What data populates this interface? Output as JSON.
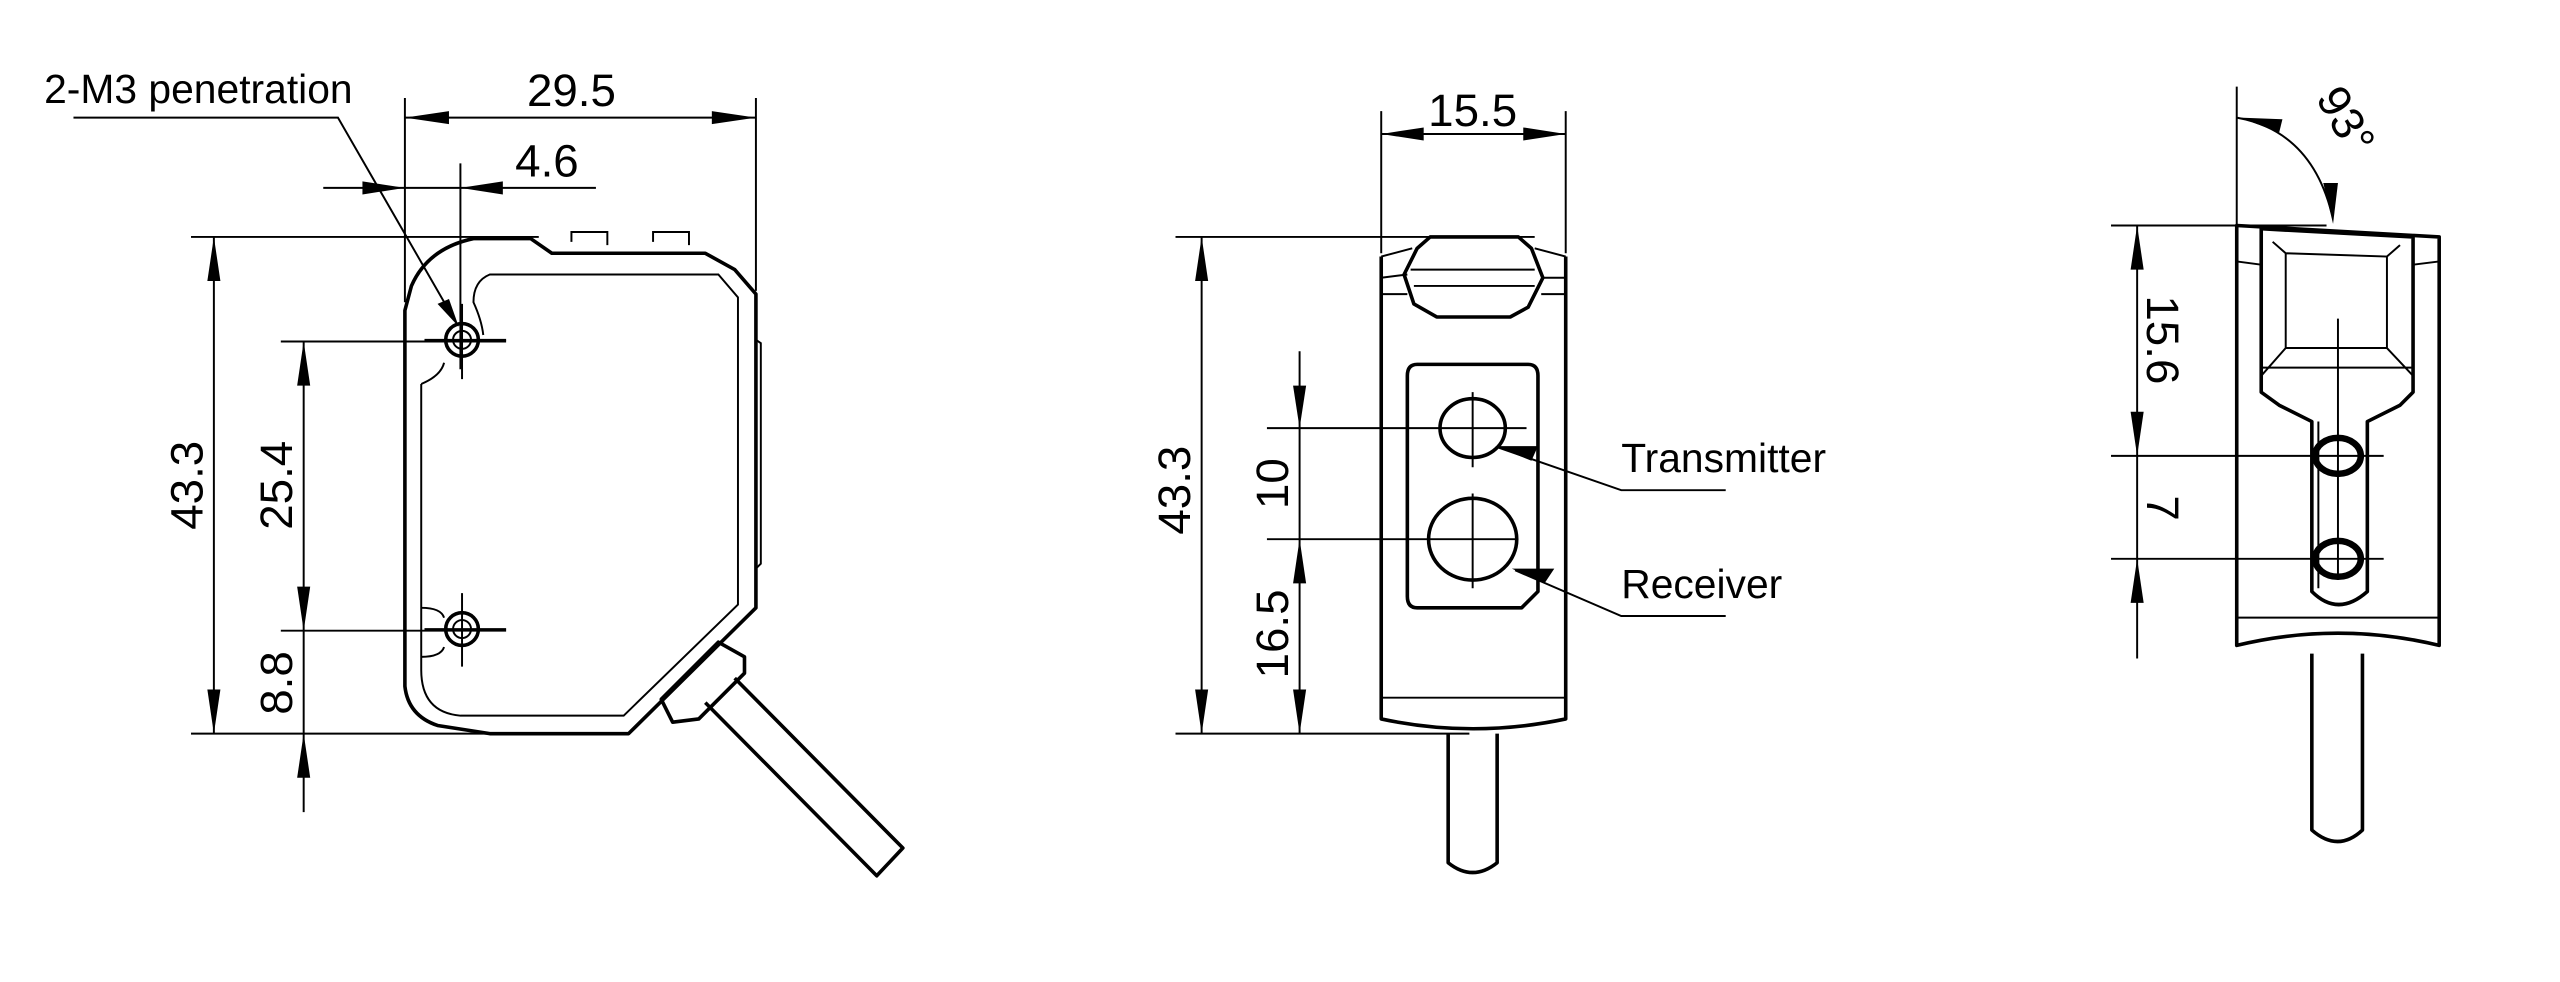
{
  "side_view": {
    "hole_label": "2-M3 penetration",
    "width": "29.5",
    "hole_offset": "4.6",
    "height": "43.3",
    "hole_pitch": "25.4",
    "hole_bottom": "8.8"
  },
  "front_view": {
    "width": "15.5",
    "height": "43.3",
    "transmitter_offset": "10",
    "receiver_height": "16.5",
    "transmitter_label": "Transmitter",
    "receiver_label": "Receiver"
  },
  "rear_view": {
    "angle": "93°",
    "top_to_hole": "15.6",
    "hole_pitch": "7"
  }
}
